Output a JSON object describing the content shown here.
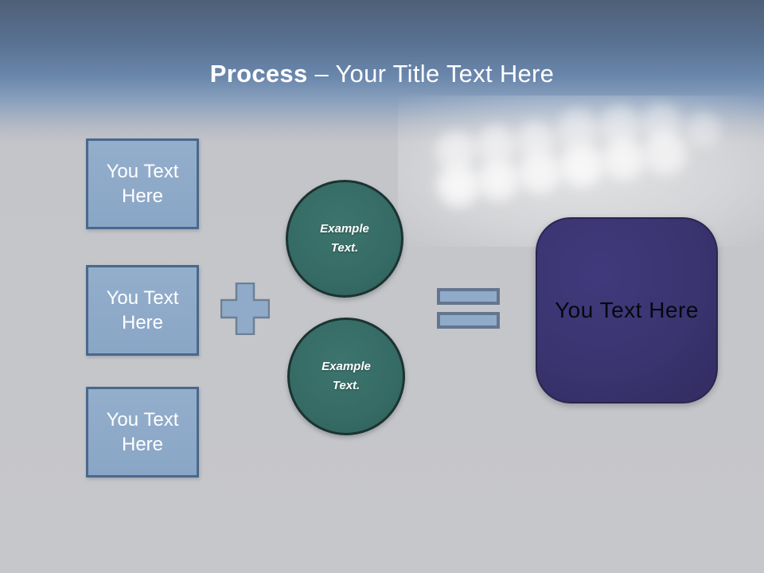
{
  "slide": {
    "title": {
      "bold": "Process",
      "regular": "– Your Title Text Here"
    }
  },
  "diagram": {
    "input_boxes": [
      {
        "label": "You Text Here"
      },
      {
        "label": "You Text Here"
      },
      {
        "label": "You Text Here"
      }
    ],
    "operators": {
      "plus_icon": "plus-icon",
      "equals_icon": "equals-icon"
    },
    "circles": [
      {
        "label": "Example Text."
      },
      {
        "label": "Example Text."
      }
    ],
    "result_box": {
      "label": "You Text Here"
    }
  },
  "colors": {
    "header_blue_top": "#4e6078",
    "header_blue_mid": "#6a87ac",
    "body_gray": "#c6c7ca",
    "shape_blue_fill": "#90abc9",
    "shape_blue_border": "#49688c",
    "operator_border": "#637690",
    "teal_fill": "#366b65",
    "teal_border": "#1b3331",
    "purple_fill": "#3a3470",
    "purple_border": "#2a2550",
    "title_text": "#ffffff",
    "circle_text": "#ffffff",
    "box_text": "#ffffff",
    "result_text": "#07070f"
  }
}
